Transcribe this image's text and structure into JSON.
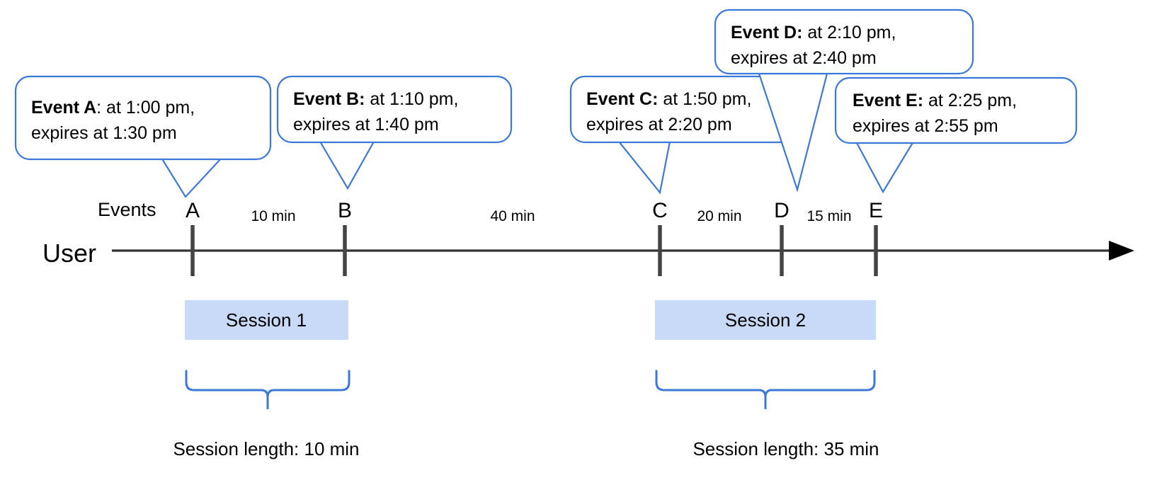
{
  "diagram": {
    "title_present": false,
    "colors": {
      "callout_stroke": "#3c78d8",
      "callout_fill": "#ffffff",
      "session_fill": "#c9daf8",
      "axis": "#333333",
      "tick": "#444444",
      "brace": "#3c78d8",
      "text": "#000000"
    },
    "axis": {
      "user_label": "User",
      "events_label": "Events"
    },
    "callouts": [
      {
        "id": "event-a",
        "label": "Event A",
        "separator": ":",
        "line1": " at 1:00 pm,",
        "line2": "expires at 1:30 pm",
        "event_time": "1:00 pm",
        "expiry_time": "1:30 pm"
      },
      {
        "id": "event-b",
        "label": "Event B",
        "separator": ":",
        "line1": " at 1:10 pm,",
        "line2": "expires at 1:40 pm",
        "event_time": "1:10 pm",
        "expiry_time": "1:40 pm"
      },
      {
        "id": "event-c",
        "label": "Event C",
        "separator": ":",
        "line1": " at 1:50 pm,",
        "line2": "expires at 2:20 pm",
        "event_time": "1:50 pm",
        "expiry_time": "2:20 pm"
      },
      {
        "id": "event-d",
        "label": "Event D",
        "separator": ":",
        "line1": " at 2:10 pm,",
        "line2": "expires at 2:40 pm",
        "event_time": "2:10 pm",
        "expiry_time": "2:40 pm"
      },
      {
        "id": "event-e",
        "label": "Event E",
        "separator": ":",
        "line1": " at 2:25 pm,",
        "line2": "expires at 2:55 pm",
        "event_time": "2:25 pm",
        "expiry_time": "2:55 pm"
      }
    ],
    "events": [
      {
        "letter": "A",
        "time": "1:00 pm"
      },
      {
        "letter": "B",
        "time": "1:10 pm"
      },
      {
        "letter": "C",
        "time": "1:50 pm"
      },
      {
        "letter": "D",
        "time": "2:10 pm"
      },
      {
        "letter": "E",
        "time": "2:25 pm"
      }
    ],
    "gaps": [
      {
        "from": "A",
        "to": "B",
        "label": "10 min"
      },
      {
        "from": "B",
        "to": "C",
        "label": "40 min"
      },
      {
        "from": "C",
        "to": "D",
        "label": "20 min"
      },
      {
        "from": "D",
        "to": "E",
        "label": "15 min"
      }
    ],
    "sessions": [
      {
        "id": "session-1",
        "name": "Session 1",
        "length_label": "Session length: 10 min",
        "length_minutes": 10,
        "events": [
          "A",
          "B"
        ]
      },
      {
        "id": "session-2",
        "name": "Session 2",
        "length_label": "Session length: 35 min",
        "length_minutes": 35,
        "events": [
          "C",
          "D",
          "E"
        ]
      }
    ]
  }
}
